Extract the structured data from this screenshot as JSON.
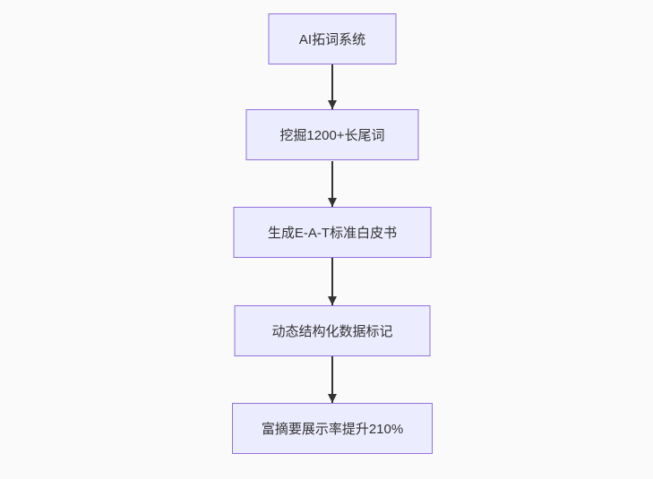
{
  "diagram": {
    "type": "flowchart",
    "direction": "top-down",
    "colors": {
      "background": "#fafafa",
      "node_fill": "#ECECFF",
      "node_border": "#9370DB",
      "edge_color": "#333333",
      "text_color": "#333333"
    },
    "nodes": [
      {
        "id": "n1",
        "label": "AI拓词系统"
      },
      {
        "id": "n2",
        "label": "挖掘1200+长尾词"
      },
      {
        "id": "n3",
        "label": "生成E-A-T标准白皮书"
      },
      {
        "id": "n4",
        "label": "动态结构化数据标记"
      },
      {
        "id": "n5",
        "label": "富摘要展示率提升210%"
      }
    ],
    "edges": [
      {
        "from": "n1",
        "to": "n2"
      },
      {
        "from": "n2",
        "to": "n3"
      },
      {
        "from": "n3",
        "to": "n4"
      },
      {
        "from": "n4",
        "to": "n5"
      }
    ]
  }
}
